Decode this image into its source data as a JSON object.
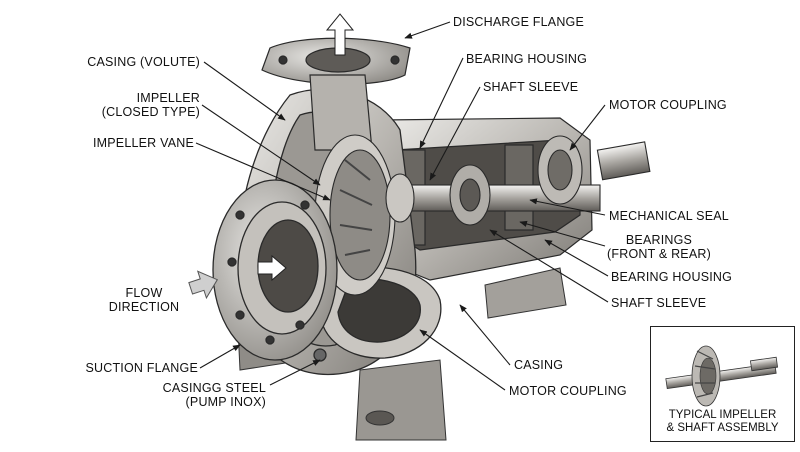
{
  "labels": {
    "discharge_flange": "DISCHARGE FLANGE",
    "casing_volute": "CASING (VOLUTE)",
    "impeller": [
      "IMPELLER",
      "(CLOSED TYPE)"
    ],
    "impeller_vane": "IMPELLER VANE",
    "flow_direction": [
      "FLOW",
      "DIRECTION"
    ],
    "suction_flange": "SUCTION FLANGE",
    "casing_steel": [
      "CASINGG STEEL",
      "(PUMP INOX)"
    ],
    "bearing_housing_top": "BEARING HOUSING",
    "shaft_sleeve_top": "SHAFT SLEEVE",
    "motor_coupling_top": "MOTOR COUPLING",
    "mechanical_seal": "MECHANICAL SEAL",
    "bearings": [
      "BEARINGS",
      "(FRONT & REAR)"
    ],
    "bearing_housing_bottom": "BEARING HOUSING",
    "shaft_sleeve_bottom": "SHAFT SLEEVE",
    "casing": "CASING",
    "motor_coupling_bottom": "MOTOR COUPLING"
  },
  "inset": {
    "caption": [
      "TYPICAL IMPELLER",
      "& SHAFT ASSEMBLY"
    ]
  },
  "colors": {
    "metal_light": "#d9d7d3",
    "metal_mid": "#a9a6a1",
    "metal_dark": "#6e6b66",
    "inner_dark": "#4a4743",
    "line": "#1a1a1a"
  }
}
